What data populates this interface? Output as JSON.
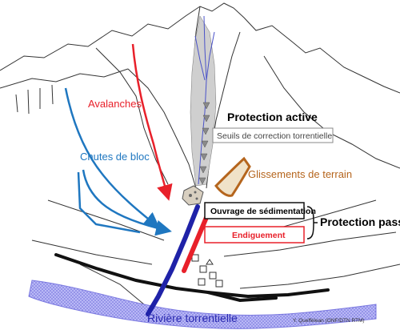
{
  "labels": {
    "avalanches": "Avalanches",
    "chutes_de_bloc": "Chutes de bloc",
    "protection_active": "Protection active",
    "seuils": "Seuils de correction torrentielle",
    "glissements": "Glissements de terrain",
    "ouvrage": "Ouvrage de sédimentation",
    "endiguement": "Endiguement",
    "protection_passive": "Protection passive",
    "riviere": "Rivière torrentielle",
    "credit": "Y. Queffélean (ONF/DTN RTM)"
  },
  "colors": {
    "avalanche_arrow": "#e8202a",
    "rockfall_arrow": "#1f77c0",
    "torrent": "#1f22a8",
    "dike": "#e8202a",
    "landslide": "#b5651d",
    "river_fill": "#9a98f0",
    "seuil_marker": "#8a8a8a"
  }
}
